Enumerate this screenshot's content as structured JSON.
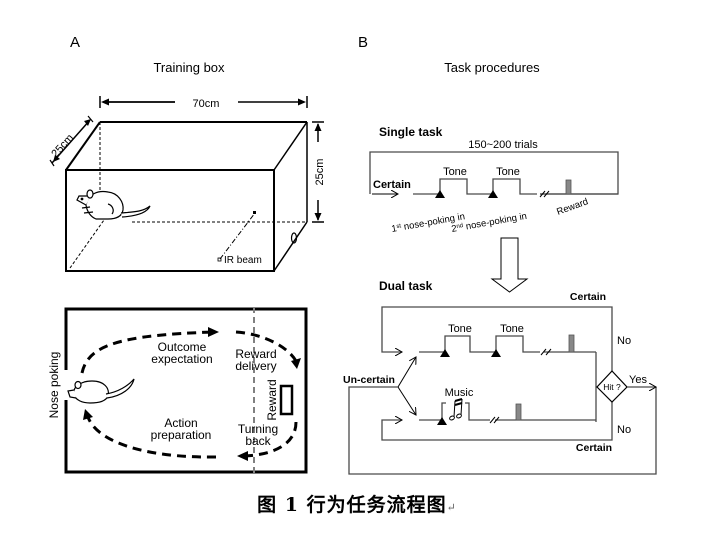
{
  "panel_a": {
    "label": "A",
    "title": "Training box",
    "box3d": {
      "width_label": "70cm",
      "depth_label": "25cm",
      "height_label": "25cm",
      "ir_beam_label": "IR beam"
    },
    "floorplan": {
      "side_label": "Nose poking",
      "outcome_line1": "Outcome",
      "outcome_line2": "expectation",
      "action_line1": "Action",
      "action_line2": "preparation",
      "reward_delivery_line1": "Reward",
      "reward_delivery_line2": "delivery",
      "turning_line1": "Turning",
      "turning_line2": "back",
      "reward_label": "Reward"
    }
  },
  "panel_b": {
    "label": "B",
    "title": "Task procedures",
    "single": {
      "heading": "Single task",
      "trials": "150~200 trials",
      "certain": "Certain",
      "tone1": "Tone",
      "tone2": "Tone",
      "poke1_prefix": "1",
      "poke1_sup": "st",
      "poke1_text": " nose-poking in",
      "poke2_prefix": "2",
      "poke2_sup": "nd",
      "poke2_text": " nose-poking in",
      "reward": "Reward"
    },
    "dual": {
      "heading": "Dual task",
      "certain_top": "Certain",
      "certain_bottom": "Certain",
      "uncertain": "Un-certain",
      "tone1": "Tone",
      "tone2": "Tone",
      "music": "Music",
      "no_top": "No",
      "no_bottom": "No",
      "yes": "Yes",
      "hit": "Hit ?"
    }
  },
  "caption": {
    "text": "图 1  行为任务流程图",
    "mark": "↵"
  }
}
